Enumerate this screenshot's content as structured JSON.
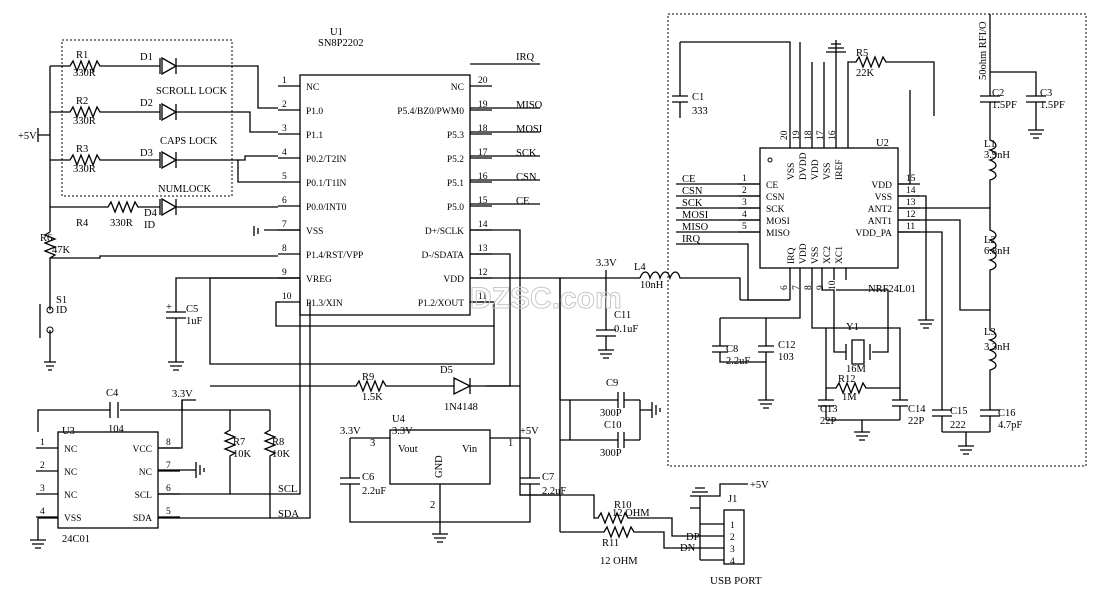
{
  "u1": {
    "ref": "U1",
    "part": "SN8P2202",
    "left_pins": [
      {
        "num": "1",
        "name": "NC"
      },
      {
        "num": "2",
        "name": "P1.0"
      },
      {
        "num": "3",
        "name": "P1.1"
      },
      {
        "num": "4",
        "name": "P0.2/T2IN"
      },
      {
        "num": "5",
        "name": "P0.1/T1IN"
      },
      {
        "num": "6",
        "name": "P0.0/INT0"
      },
      {
        "num": "7",
        "name": "VSS"
      },
      {
        "num": "8",
        "name": "P1.4/RST/VPP"
      },
      {
        "num": "9",
        "name": "VREG"
      },
      {
        "num": "10",
        "name": "P1.3/XIN"
      }
    ],
    "right_pins": [
      {
        "num": "20",
        "name": "NC"
      },
      {
        "num": "19",
        "name": "P5.4/BZ0/PWM0"
      },
      {
        "num": "18",
        "name": "P5.3"
      },
      {
        "num": "17",
        "name": "P5.2"
      },
      {
        "num": "16",
        "name": "P5.1"
      },
      {
        "num": "15",
        "name": "P5.0"
      },
      {
        "num": "14",
        "name": "D+/SCLK"
      },
      {
        "num": "13",
        "name": "D-/SDATA"
      },
      {
        "num": "12",
        "name": "VDD"
      },
      {
        "num": "11",
        "name": "P1.2/XOUT"
      }
    ],
    "net_labels": [
      "IRQ",
      "MISO",
      "MOSI",
      "SCK",
      "CSN",
      "CE"
    ]
  },
  "leds": [
    {
      "r": "R1",
      "rv": "330R",
      "d": "D1",
      "label": "SCROLL LOCK"
    },
    {
      "r": "R2",
      "rv": "330R",
      "d": "D2",
      "label": "CAPS LOCK"
    },
    {
      "r": "R3",
      "rv": "330R",
      "d": "D3",
      "label": "NUMLOCK"
    },
    {
      "r": "R4",
      "rv": "330R",
      "d": "D4",
      "label": "ID"
    }
  ],
  "misc": {
    "v5": "+5V",
    "r6": "R6",
    "r6v": "47K",
    "s1": "S1",
    "s1v": "ID",
    "c5": "C5",
    "c5v": "1uF",
    "r9": "R9",
    "r9v": "1.5K",
    "d5": "D5",
    "d5v": "1N4148"
  },
  "u3": {
    "ref": "U3",
    "part": "24C01",
    "c4": "C4",
    "c4v": "104",
    "v33": "3.3V",
    "left_pins": [
      {
        "num": "1",
        "name": "NC"
      },
      {
        "num": "2",
        "name": "NC"
      },
      {
        "num": "3",
        "name": "NC"
      },
      {
        "num": "4",
        "name": "VSS"
      }
    ],
    "right_pins": [
      {
        "num": "8",
        "name": "VCC"
      },
      {
        "num": "7",
        "name": "NC"
      },
      {
        "num": "6",
        "name": "SCL"
      },
      {
        "num": "5",
        "name": "SDA"
      }
    ],
    "r7": "R7",
    "r7v": "10K",
    "r8": "R8",
    "r8v": "10K",
    "scl": "SCL",
    "sda": "SDA"
  },
  "u4": {
    "ref": "U4",
    "volt": "3.3V",
    "vout": "Vout",
    "vin": "Vin",
    "gnd": "GND",
    "p3": "3",
    "p1": "1",
    "p2": "2",
    "in33": "3.3V",
    "in5": "+5V",
    "c6": "C6",
    "c6v": "2.2uF",
    "c7": "C7",
    "c7v": "2.2uF"
  },
  "rf": {
    "v33": "3.3V",
    "l4": "L4",
    "l4v": "10nH",
    "c11": "C11",
    "c11v": "0.1uF",
    "c9": "C9",
    "c9v": "300P",
    "c10": "C10",
    "c10v": "300P",
    "c1": "C1",
    "c1v": "333",
    "r5": "R5",
    "r5v": "22K",
    "u2": "U2",
    "u2part": "NRF24L01",
    "left_pins": [
      {
        "num": "1",
        "name": "CE"
      },
      {
        "num": "2",
        "name": "CSN"
      },
      {
        "num": "3",
        "name": "SCK"
      },
      {
        "num": "4",
        "name": "MOSI"
      },
      {
        "num": "5",
        "name": "MISO"
      }
    ],
    "right_pins": [
      {
        "num": "15",
        "name": "VDD"
      },
      {
        "num": "14",
        "name": "VSS"
      },
      {
        "num": "13",
        "name": "ANT2"
      },
      {
        "num": "12",
        "name": "ANT1"
      },
      {
        "num": "11",
        "name": "VDD_PA"
      }
    ],
    "top_pins": [
      {
        "num": "20",
        "name": "VSS"
      },
      {
        "num": "19",
        "name": "DVDD"
      },
      {
        "num": "18",
        "name": "VDD"
      },
      {
        "num": "17",
        "name": "VSS"
      },
      {
        "num": "16",
        "name": "IREF"
      }
    ],
    "bottom_pins": [
      {
        "num": "6",
        "name": "IRQ"
      },
      {
        "num": "7",
        "name": "VDD"
      },
      {
        "num": "8",
        "name": "VSS"
      },
      {
        "num": "9",
        "name": "XC2"
      },
      {
        "num": "10",
        "name": "XC1"
      }
    ],
    "nets": [
      "CE",
      "CSN",
      "SCK",
      "MOSI",
      "MISO",
      "IRQ"
    ],
    "ant": "50ohm RFI/O",
    "c2": "C2",
    "c2v": "1.5PF",
    "c3": "C3",
    "c3v": "1.5PF",
    "l1": "L1",
    "l1v": "3.9nH",
    "l2": "L2",
    "l2v": "6.8nH",
    "l3": "L3",
    "l3v": "3.3nH",
    "c8": "C8",
    "c8v": "2.2uF",
    "c12": "C12",
    "c12v": "103",
    "y1": "Y1",
    "y1v": "16M",
    "r12": "R12",
    "r12v": "1M",
    "c13": "C13",
    "c13v": "22P",
    "c14": "C14",
    "c14v": "22P",
    "c15": "C15",
    "c15v": "222",
    "c16": "C16",
    "c16v": "4.7pF"
  },
  "usb": {
    "r10": "R10",
    "r10v": "12 OHM",
    "r11": "R11",
    "r11v": "12 OHM",
    "j1": "J1",
    "v5": "+5V",
    "dp": "DP",
    "dn": "DN",
    "pins": [
      "1",
      "2",
      "3",
      "4"
    ],
    "title": "USB PORT"
  },
  "watermark": "DZSC.com"
}
